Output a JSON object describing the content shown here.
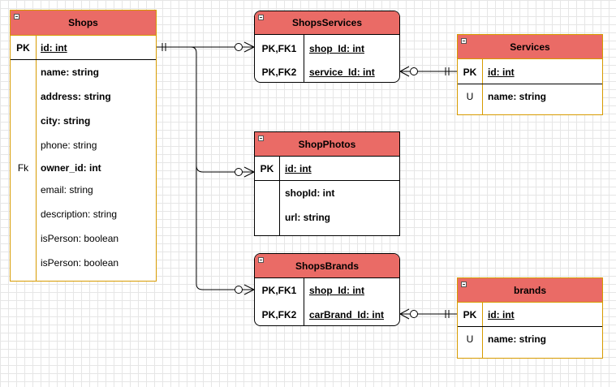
{
  "tables": {
    "shops": {
      "title": "Shops",
      "pk": {
        "key": "PK",
        "field": "id: int"
      },
      "fields": [
        {
          "key": "",
          "field": "name: string"
        },
        {
          "key": "",
          "field": "address: string"
        },
        {
          "key": "",
          "field": "city: string"
        },
        {
          "key": "",
          "field": "phone: string"
        },
        {
          "key": "Fk",
          "field": "owner_id: int"
        },
        {
          "key": "",
          "field": "email: string"
        },
        {
          "key": "",
          "field": "description: string"
        },
        {
          "key": "",
          "field": "isPerson: boolean"
        },
        {
          "key": "",
          "field": "isPerson: boolean"
        }
      ]
    },
    "shops_services": {
      "title": "ShopsServices",
      "rows": [
        {
          "key": "PK,FK1",
          "field": "shop_Id: int"
        },
        {
          "key": "PK,FK2",
          "field": "service_Id: int"
        }
      ]
    },
    "services": {
      "title": "Services",
      "pk": {
        "key": "PK",
        "field": "id: int"
      },
      "fields": [
        {
          "key": "U",
          "field": "name: string"
        }
      ]
    },
    "shop_photos": {
      "title": "ShopPhotos",
      "pk": {
        "key": "PK",
        "field": "id: int"
      },
      "fields": [
        {
          "key": "",
          "field": "shopId: int"
        },
        {
          "key": "",
          "field": "url: string"
        }
      ]
    },
    "shops_brands": {
      "title": "ShopsBrands",
      "rows": [
        {
          "key": "PK,FK1",
          "field": "shop_Id: int"
        },
        {
          "key": "PK,FK2",
          "field": "carBrand_Id: int"
        }
      ]
    },
    "brands": {
      "title": "brands",
      "pk": {
        "key": "PK",
        "field": "id: int"
      },
      "fields": [
        {
          "key": "U",
          "field": "name: string"
        }
      ]
    }
  },
  "colors": {
    "header_fill": "#ea6b66",
    "orange_border": "#d79b00",
    "line": "#000000",
    "grid": "#e6e6e6"
  }
}
